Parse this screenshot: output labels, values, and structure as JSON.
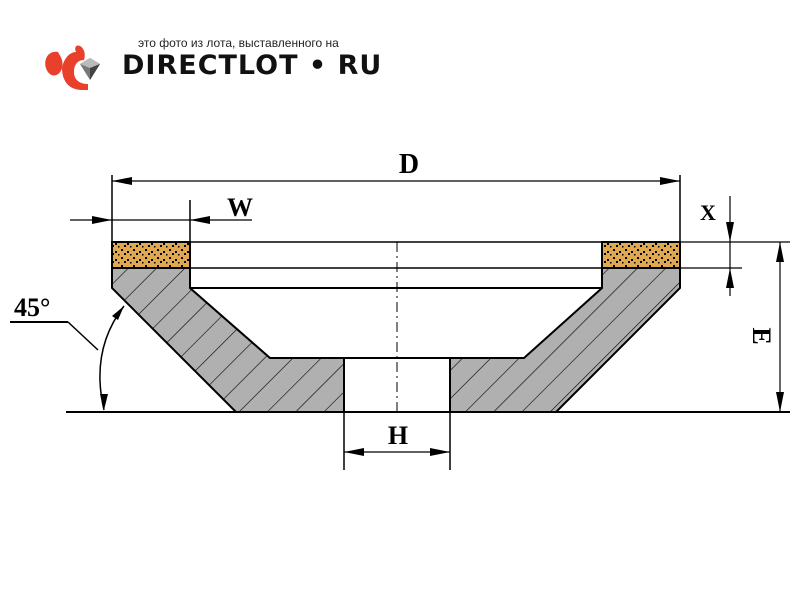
{
  "watermark": {
    "caption": "это фото из лота, выставленного на",
    "brand": "DIRECTLOT • RU",
    "logo_icon": "squirrel-diamond-icon",
    "brand_color": "#e8402a"
  },
  "dimensions": {
    "diameter": "D",
    "width": "W",
    "depth": "X",
    "bore": "H",
    "height": "E",
    "angle": "45°"
  },
  "colors": {
    "body_fill": "#b0b0b0",
    "abrasive_fill": "#e0a850",
    "line": "#000000"
  }
}
